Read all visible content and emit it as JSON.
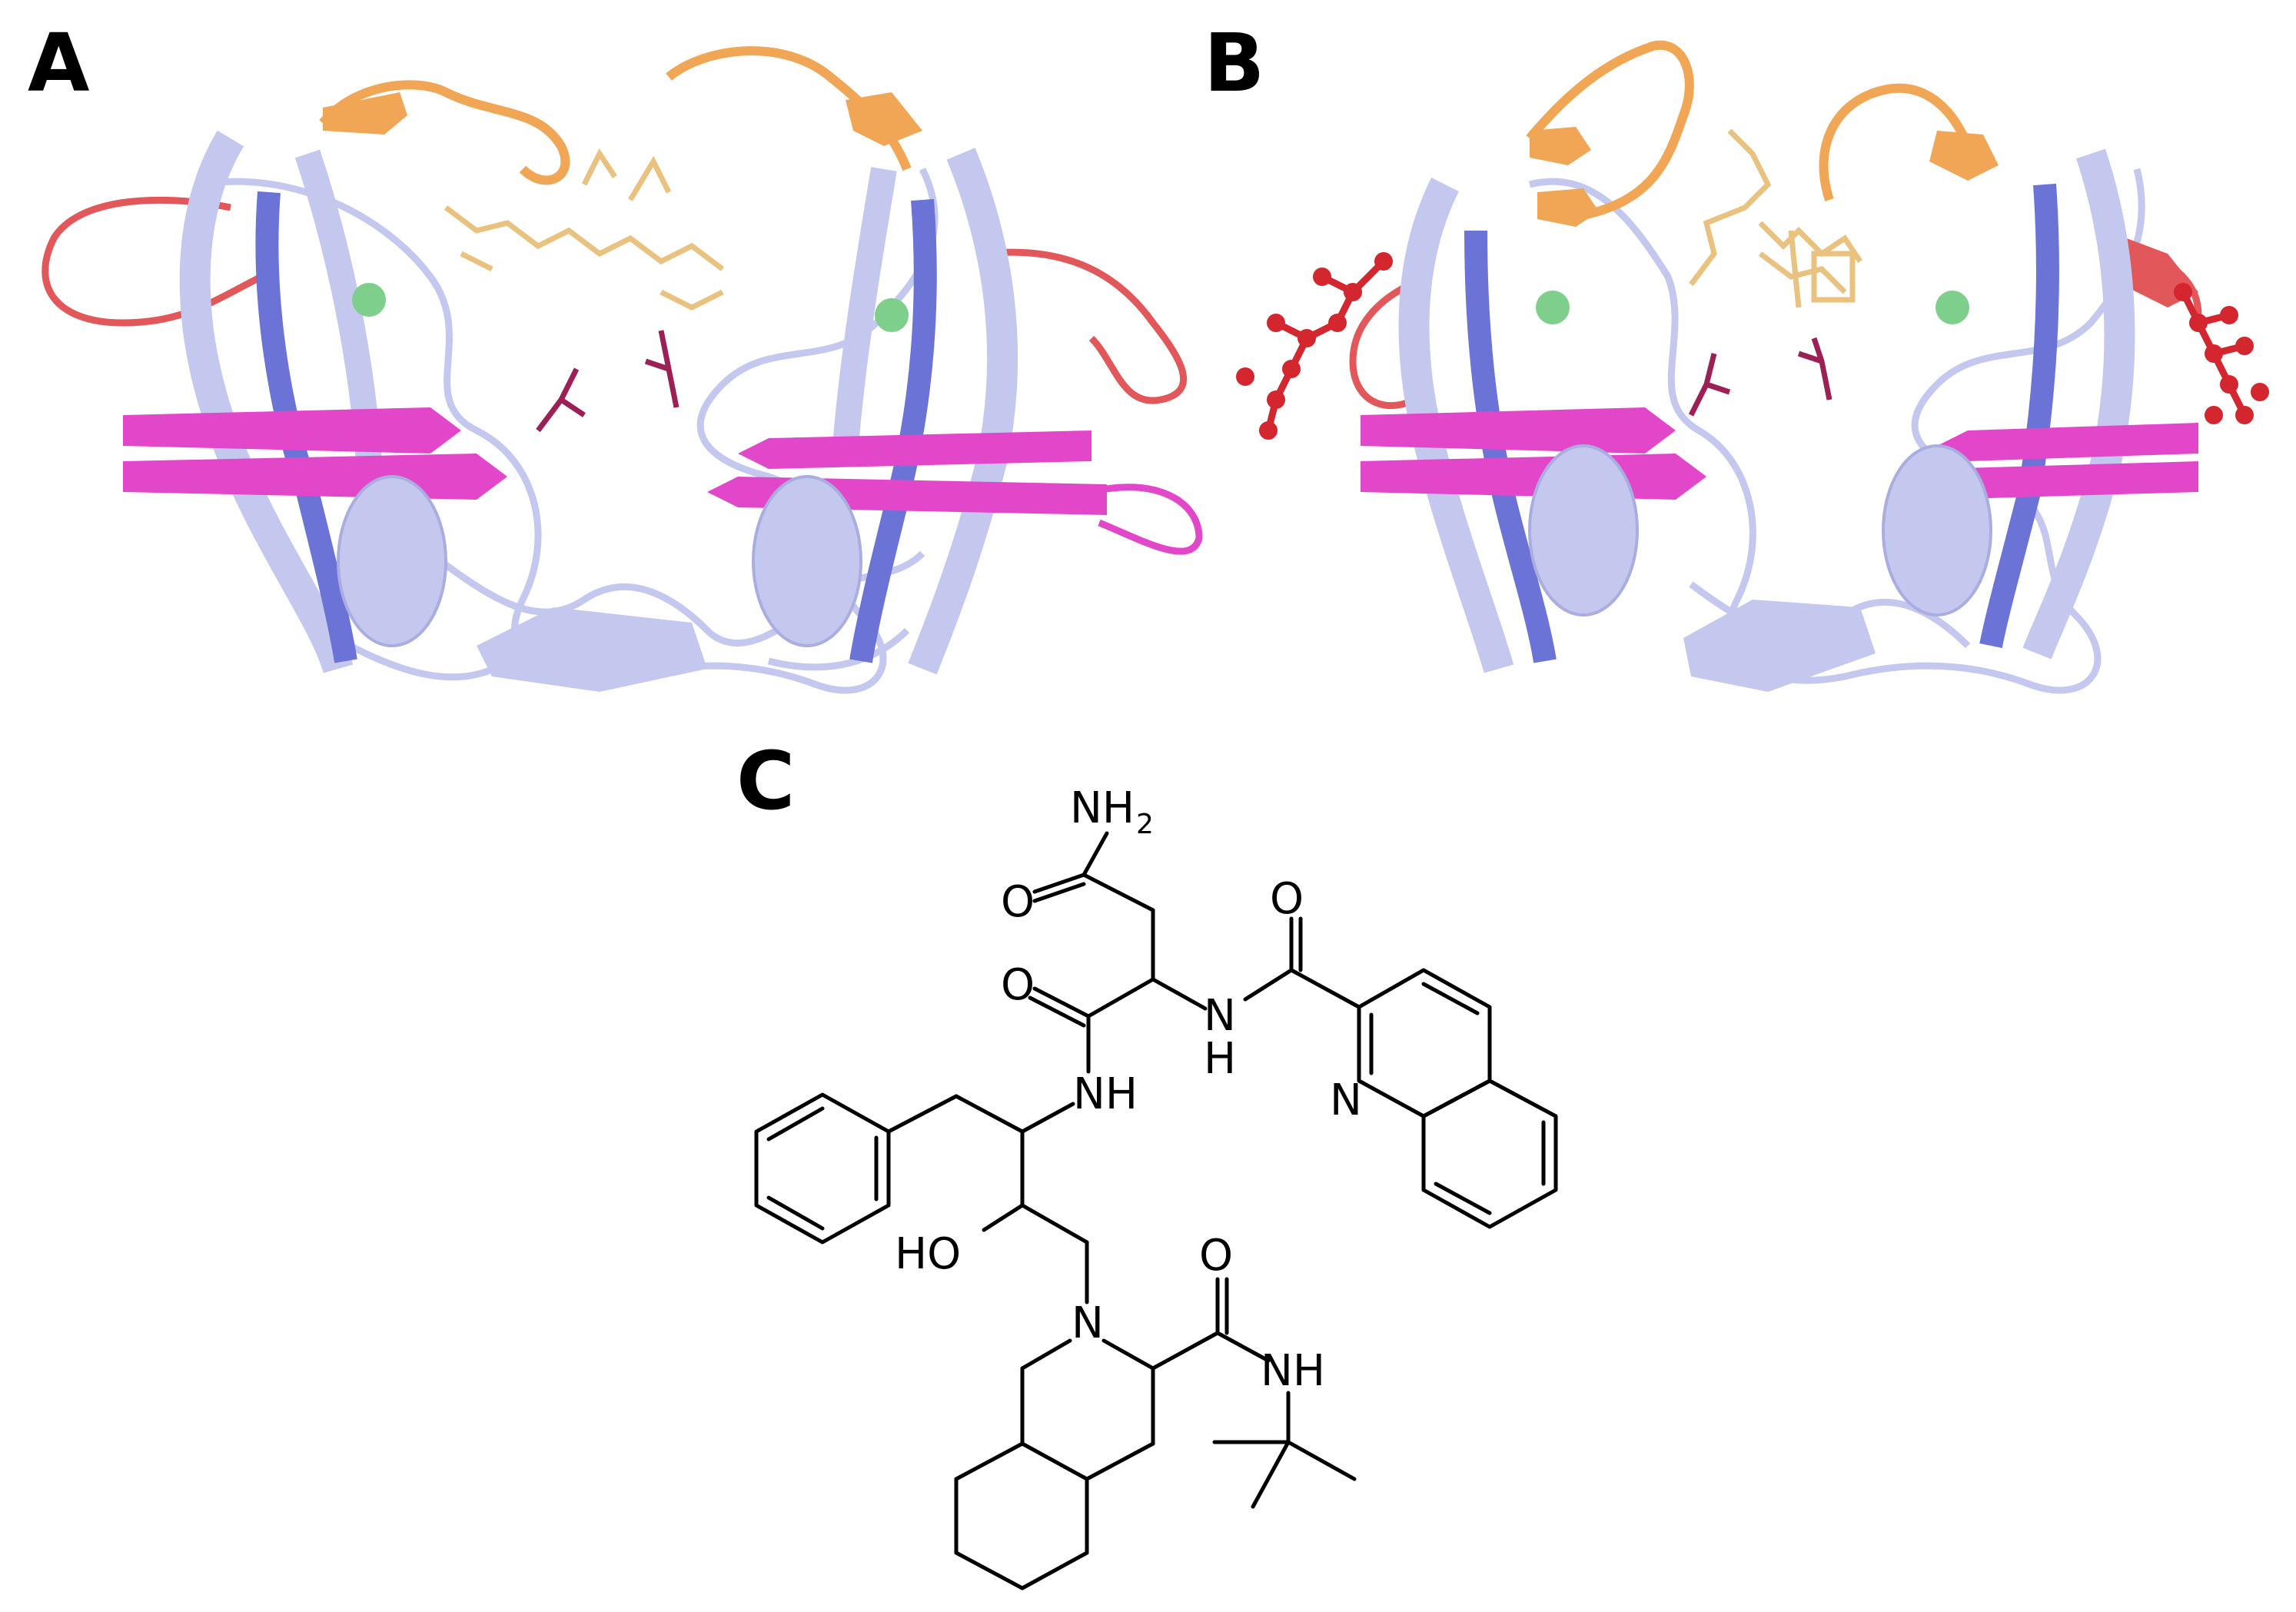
{
  "panels": {
    "a": {
      "letter": "A"
    },
    "b": {
      "letter": "B"
    },
    "c": {
      "letter": "C"
    }
  },
  "colors": {
    "pale_lavender": "#c5c8ee",
    "blue": "#6b74d6",
    "magenta": "#e347c9",
    "orange": "#f0a655",
    "salmon_red": "#e2575a",
    "dark_red_ligand": "#d3262e",
    "wheat_ligand": "#e8c27e",
    "dark_magenta_residue": "#9c1f55",
    "green_sphere": "#7fcf8c"
  },
  "structure_labels": {
    "nh2_main": "NH",
    "nh2_sub": "2",
    "o_amide_top": "O",
    "o_quinoline_carbonyl": "O",
    "o_mid_carbonyl": "O",
    "nh_top_n": "N",
    "nh_top_h": "H",
    "nh_mid": "NH",
    "n_quinoline": "N",
    "ho": "HO",
    "o_bottom_carbonyl": "O",
    "n_ring": "N",
    "nh_bottom": "NH"
  }
}
